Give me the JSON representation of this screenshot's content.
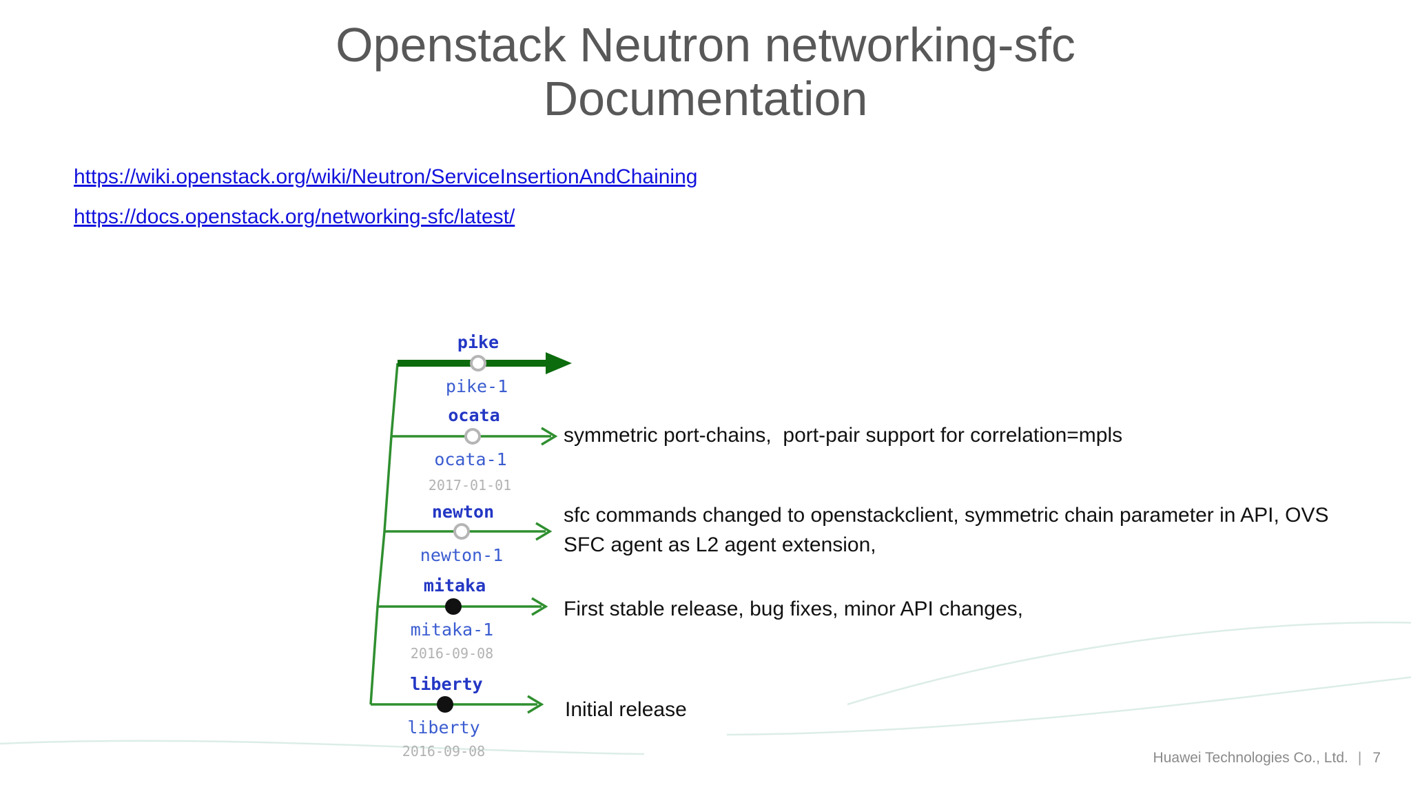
{
  "slide": {
    "title_line1": "Openstack Neutron networking-sfc",
    "title_line2": "Documentation",
    "links": [
      {
        "text": "https://wiki.openstack.org/wiki/Neutron/ServiceInsertionAndChaining"
      },
      {
        "text": "https://docs.openstack.org/networking-sfc/latest/"
      }
    ],
    "footer": {
      "company": "Huawei Technologies Co., Ltd.",
      "separator": "|",
      "page_number": "7"
    }
  },
  "timeline": {
    "releases": [
      {
        "id": "pike",
        "label": "pike",
        "sub_label": "pike-1",
        "date": "",
        "marker": "open-circle",
        "emphasized_branch": true,
        "description": ""
      },
      {
        "id": "ocata",
        "label": "ocata",
        "sub_label": "ocata-1",
        "date": "2017-01-01",
        "marker": "open-circle",
        "emphasized_branch": false,
        "description": "symmetric port-chains,  port-pair support for correlation=mpls"
      },
      {
        "id": "newton",
        "label": "newton",
        "sub_label": "newton-1",
        "date": "",
        "marker": "open-circle",
        "emphasized_branch": false,
        "description": "sfc commands changed to openstackclient, symmetric chain parameter in API, OVS SFC agent as L2 agent extension,"
      },
      {
        "id": "mitaka",
        "label": "mitaka",
        "sub_label": "mitaka-1",
        "date": "2016-09-08",
        "marker": "filled-circle",
        "emphasized_branch": false,
        "description": "First stable release, bug fixes, minor API changes,"
      },
      {
        "id": "liberty",
        "label": "liberty",
        "sub_label": "liberty",
        "date": "2016-09-08",
        "marker": "filled-circle",
        "emphasized_branch": false,
        "description": "Initial release"
      }
    ],
    "colors": {
      "branch_green": "#2f8f2f",
      "pike_branch_dark_green": "#0c6b0c",
      "label_blue": "#2337c4",
      "sub_label_blue": "#3a5cd0",
      "date_gray": "#b2b2b2",
      "marker_open_stroke": "#b5b5b5",
      "marker_filled": "#111111",
      "link_blue": "#1212dd",
      "title_gray": "#585858",
      "swoosh_teal": "#dcede7"
    }
  }
}
